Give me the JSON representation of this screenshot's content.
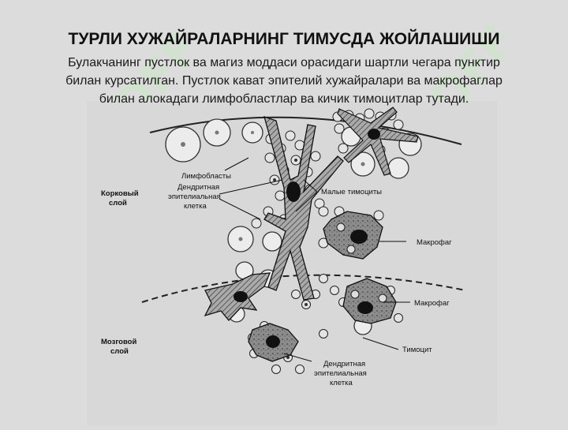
{
  "slide": {
    "title": "ТУРЛИ ХУЖАЙРАЛАРНИНГ ТИМУСДА ЖОЙЛАШИШИ",
    "subtitle_lines": [
      "Булакчанинг пустлок ва магиз моддаси орасидаги шартли чегара пунктир",
      "билан курсатилган. Пустлок кават эпителий хужайралари ва макрофаглар",
      "билан алокадаги лимфобластлар ва кичик тимоцитлар тутади."
    ]
  },
  "figure": {
    "labels": {
      "lymphoblasts": "Лимфобласты",
      "cortex_line1": "Корковый",
      "cortex_line2": "слой",
      "dendritic_top_1": "Дендритная",
      "dendritic_top_2": "эпителиальная",
      "dendritic_top_3": "клетка",
      "small_thymocytes": "Малые тимоциты",
      "macrophage_top": "Макрофаг",
      "macrophage_bottom": "Макрофаг",
      "medulla_line1": "Мозговой",
      "medulla_line2": "слой",
      "thymocyte": "Тимоцит",
      "dendritic_bot_1": "Дендритная",
      "dendritic_bot_2": "эпителиальная",
      "dendritic_bot_3": "клетка"
    }
  },
  "watermark": {
    "text": "SOFF"
  }
}
